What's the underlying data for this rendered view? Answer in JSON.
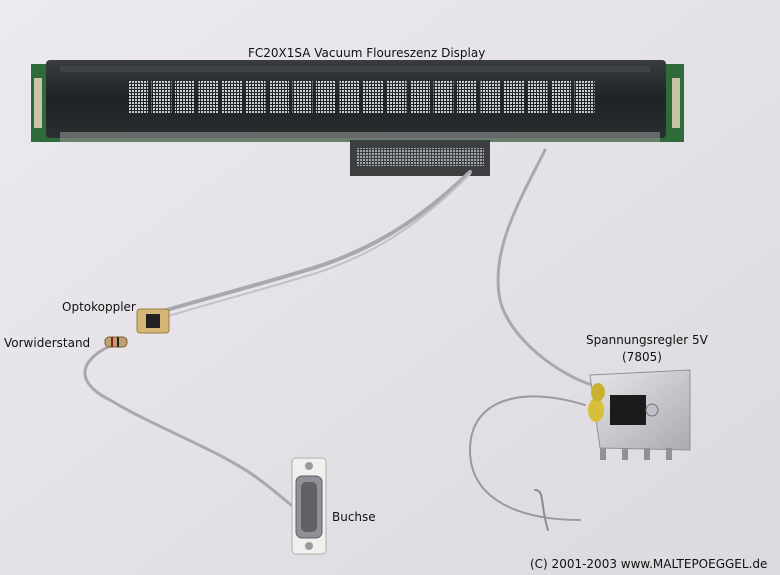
{
  "labels": {
    "title": "FC20X1SA Vacuum Floureszenz Display",
    "optokoppler": "Optokoppler",
    "vorwiderstand": "Vorwiderstand",
    "regler_line1": "Spannungsregler 5V",
    "regler_line2": "(7805)",
    "buchse": "Buchse",
    "copyright": "(C) 2001-2003 www.MALTEPOEGGEL.de"
  },
  "colors": {
    "background": "#e4e2e6",
    "pcb_green": "#2f6a3a",
    "display_glass": "#2a2d2e",
    "vfd_dots": "#c9cfd2",
    "cable_gray": "#a9a9ad",
    "heatsink": "#cfd1d6",
    "connector_metal": "#8f9196"
  },
  "display": {
    "character_cells": 20
  }
}
